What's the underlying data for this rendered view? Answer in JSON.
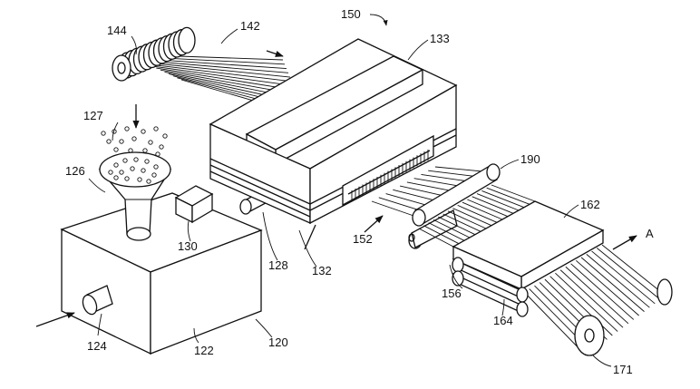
{
  "figure": {
    "reference_numerals": {
      "r120": "120",
      "r122": "122",
      "r124": "124",
      "r126": "126",
      "r127": "127",
      "r128": "128",
      "r130": "130",
      "r132": "132",
      "r133": "133",
      "r142": "142",
      "r144": "144",
      "r150": "150",
      "r152": "152",
      "r156": "156",
      "r162": "162",
      "r164": "164",
      "r171": "171",
      "r190": "190"
    },
    "direction_label": "A"
  }
}
